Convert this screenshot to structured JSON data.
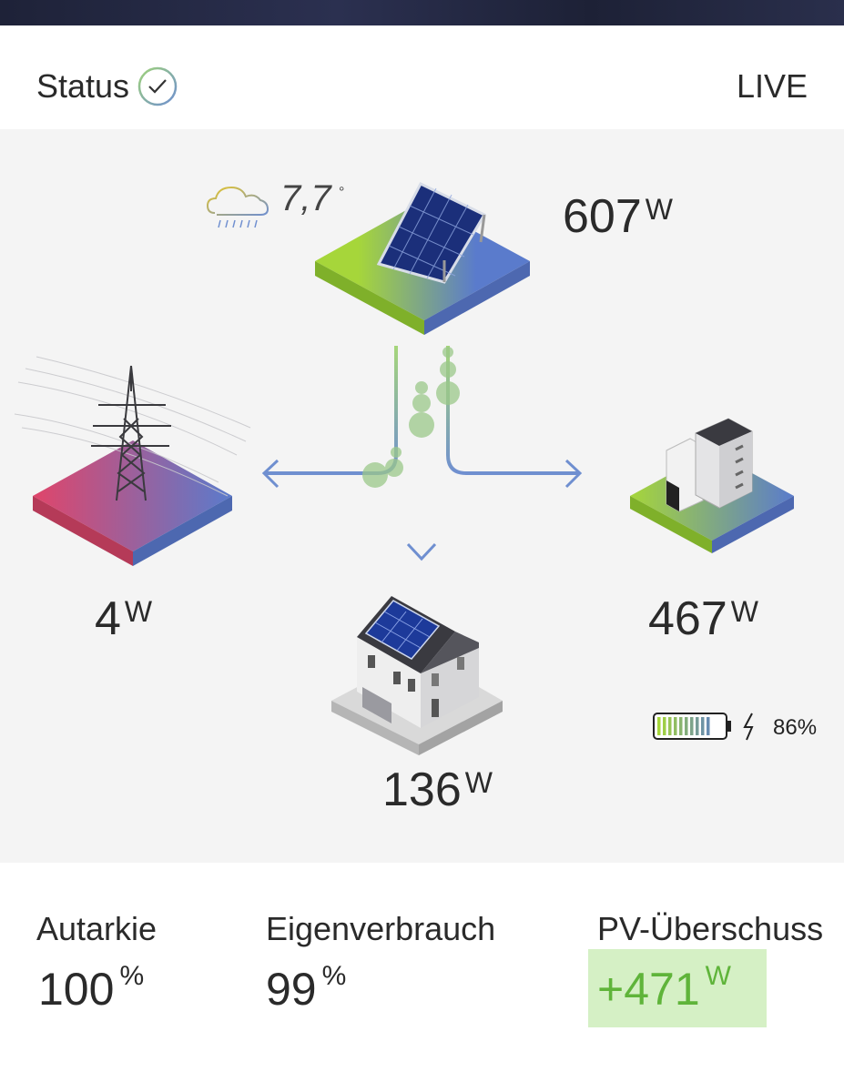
{
  "header": {
    "status_label": "Status",
    "live_label": "LIVE"
  },
  "weather": {
    "temperature": "7,7",
    "degree_symbol": "°",
    "icon": "cloud-rain-icon"
  },
  "flows": {
    "pv": {
      "value": "607",
      "unit": "W"
    },
    "grid": {
      "value": "4",
      "unit": "W"
    },
    "house": {
      "value": "136",
      "unit": "W"
    },
    "battery": {
      "value": "467",
      "unit": "W"
    }
  },
  "battery_status": {
    "level_text": "86%",
    "level": 0.86,
    "charging": true
  },
  "stats": {
    "autarkie": {
      "label": "Autarkie",
      "value": "100",
      "unit": "%"
    },
    "eigenverbrauch": {
      "label": "Eigenverbrauch",
      "value": "99",
      "unit": "%"
    },
    "pv_ueberschuss": {
      "label": "PV-Überschuss",
      "value": "+471",
      "unit": "W"
    }
  },
  "colors": {
    "flow_green": "#9fd27a",
    "flow_blue": "#6f8fd0",
    "surplus_green": "#5fb43a",
    "surplus_bg": "#d5f0c5",
    "grid_red": "#d9506a",
    "platform_blue": "#5a7bcc"
  }
}
